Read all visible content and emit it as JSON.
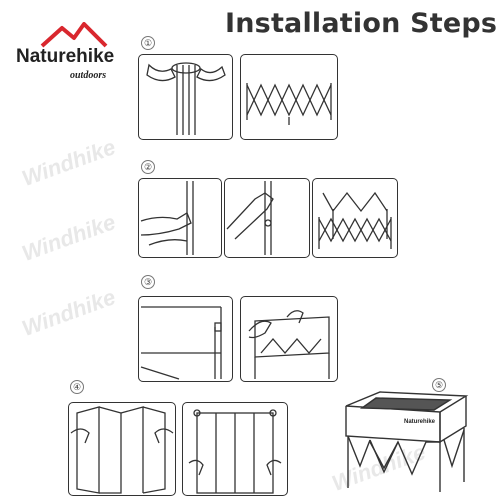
{
  "header": {
    "title": "Installation Steps",
    "brand_name": "Naturehike",
    "brand_sub": "outdoors",
    "brand_color": "#d9272e"
  },
  "steps": [
    {
      "number": "①"
    },
    {
      "number": "②"
    },
    {
      "number": "③"
    },
    {
      "number": "④"
    },
    {
      "number": "⑤"
    }
  ],
  "product_label": "Naturehike",
  "watermark": "Windhike",
  "colors": {
    "line": "#333333",
    "skin": "#ffffff",
    "accent": "#d9272e"
  }
}
